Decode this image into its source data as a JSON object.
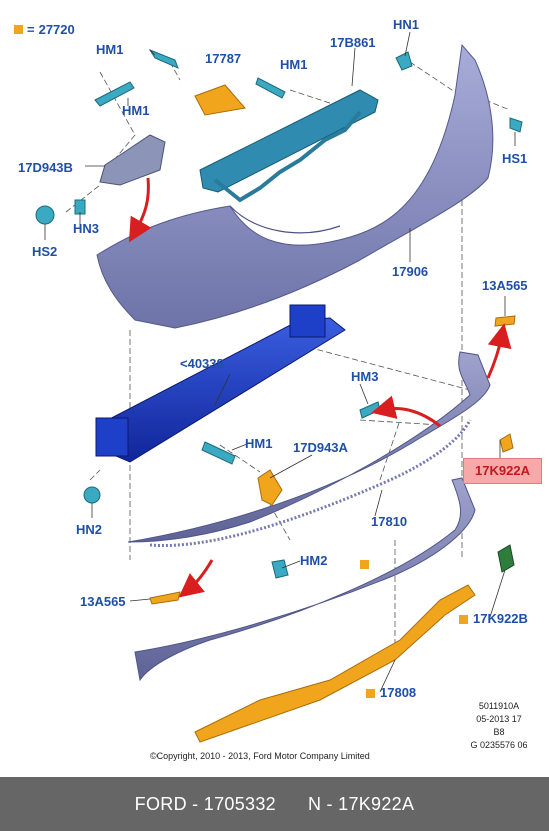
{
  "legend": {
    "value": "27720",
    "color": "#f0a51c"
  },
  "labels": {
    "hm1_a": "HM1",
    "p17787": "17787",
    "hm1_b": "HM1",
    "p17b861": "17B861",
    "hn1": "HN1",
    "hm1_c": "HM1",
    "p17d943b": "17D943B",
    "hs1": "HS1",
    "hn3": "HN3",
    "hs2": "HS2",
    "p17906": "17906",
    "p13a565_r": "13A565",
    "p40338": "<40338",
    "hm3": "HM3",
    "hm1_d": "HM1",
    "p17d943a": "17D943A",
    "hn2": "HN2",
    "p17810": "17810",
    "hm2": "HM2",
    "p13a565_l": "13A565",
    "p17k922b": "17K922B",
    "p17808": "17808"
  },
  "highlight": {
    "label": "17K922A",
    "bg": "#f7a8a8",
    "text_color": "#c3181d"
  },
  "meta": {
    "line1": "5011910A",
    "line2": "05-2013 17",
    "line3": "B8",
    "line4": "G 0235576 06"
  },
  "copyright": "©Copyright, 2010 - 2013, Ford Motor Company Limited",
  "footer": {
    "part": "FORD - 1705332",
    "ref": "N - 17K922A"
  },
  "colors": {
    "label": "#1f4fa6",
    "bumper": "#8d92c4",
    "bracket": "#2f8cb0",
    "beam": "#1a3fc2",
    "orange": "#f0a51c",
    "arrow": "#d81e1e",
    "green": "#2f7d3c"
  }
}
